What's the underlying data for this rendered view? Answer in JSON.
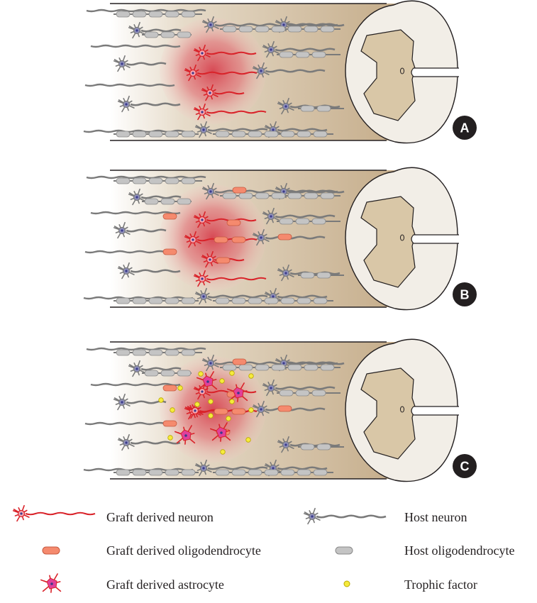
{
  "panels": [
    {
      "label": "A",
      "graft": "neurons"
    },
    {
      "label": "B",
      "graft": "neurons-oligodendrocytes"
    },
    {
      "label": "C",
      "graft": "neurons-oligodendrocytes-astrocytes-trophic"
    }
  ],
  "legend": {
    "graft_neuron": "Graft derived neuron",
    "host_neuron": "Host neuron",
    "graft_oligodendrocyte": "Graft derived oligodendrocyte",
    "host_oligodendrocyte": "Host oligodendrocyte",
    "graft_astrocyte": "Graft derived astrocyte",
    "trophic_factor": "Trophic factor"
  },
  "colors": {
    "graft_red": "#d9232a",
    "graft_oligo": "#f58a6e",
    "astro_soma": "#e0409a",
    "host_gray": "#7a7a7a",
    "host_oligo": "#c4c4c4",
    "soma_blue": "#3a3a8c",
    "trophic_yellow": "#f6eb3c",
    "cord_tan": "#c7b08f",
    "label_circle": "#231f20"
  }
}
